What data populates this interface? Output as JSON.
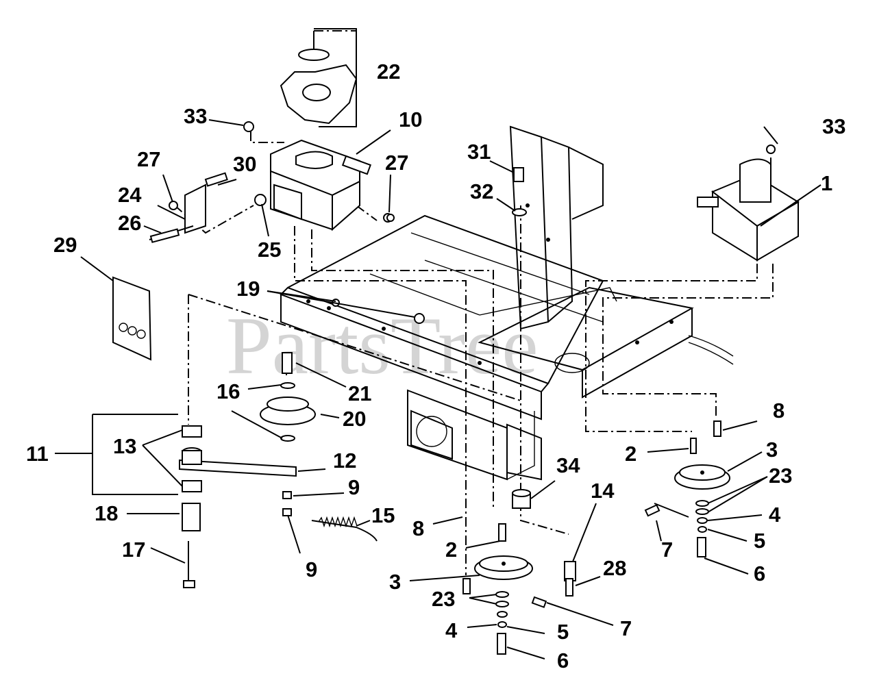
{
  "watermark": "PartsTree",
  "callouts": [
    {
      "id": "c1",
      "label": "1"
    },
    {
      "id": "c2a",
      "label": "2"
    },
    {
      "id": "c2b",
      "label": "2"
    },
    {
      "id": "c3a",
      "label": "3"
    },
    {
      "id": "c3b",
      "label": "3"
    },
    {
      "id": "c4a",
      "label": "4"
    },
    {
      "id": "c4b",
      "label": "4"
    },
    {
      "id": "c5a",
      "label": "5"
    },
    {
      "id": "c5b",
      "label": "5"
    },
    {
      "id": "c6a",
      "label": "6"
    },
    {
      "id": "c6b",
      "label": "6"
    },
    {
      "id": "c7a",
      "label": "7"
    },
    {
      "id": "c7b",
      "label": "7"
    },
    {
      "id": "c8a",
      "label": "8"
    },
    {
      "id": "c8b",
      "label": "8"
    },
    {
      "id": "c9a",
      "label": "9"
    },
    {
      "id": "c9b",
      "label": "9"
    },
    {
      "id": "c10",
      "label": "10"
    },
    {
      "id": "c11",
      "label": "11"
    },
    {
      "id": "c12",
      "label": "12"
    },
    {
      "id": "c13",
      "label": "13"
    },
    {
      "id": "c14",
      "label": "14"
    },
    {
      "id": "c15",
      "label": "15"
    },
    {
      "id": "c16",
      "label": "16"
    },
    {
      "id": "c17",
      "label": "17"
    },
    {
      "id": "c18",
      "label": "18"
    },
    {
      "id": "c19",
      "label": "19"
    },
    {
      "id": "c20",
      "label": "20"
    },
    {
      "id": "c21",
      "label": "21"
    },
    {
      "id": "c22",
      "label": "22"
    },
    {
      "id": "c23a",
      "label": "23"
    },
    {
      "id": "c23b",
      "label": "23"
    },
    {
      "id": "c24",
      "label": "24"
    },
    {
      "id": "c25",
      "label": "25"
    },
    {
      "id": "c26",
      "label": "26"
    },
    {
      "id": "c27a",
      "label": "27"
    },
    {
      "id": "c27b",
      "label": "27"
    },
    {
      "id": "c28",
      "label": "28"
    },
    {
      "id": "c29",
      "label": "29"
    },
    {
      "id": "c30",
      "label": "30"
    },
    {
      "id": "c31",
      "label": "31"
    },
    {
      "id": "c32",
      "label": "32"
    },
    {
      "id": "c33a",
      "label": "33"
    },
    {
      "id": "c33b",
      "label": "33"
    },
    {
      "id": "c34",
      "label": "34"
    }
  ]
}
